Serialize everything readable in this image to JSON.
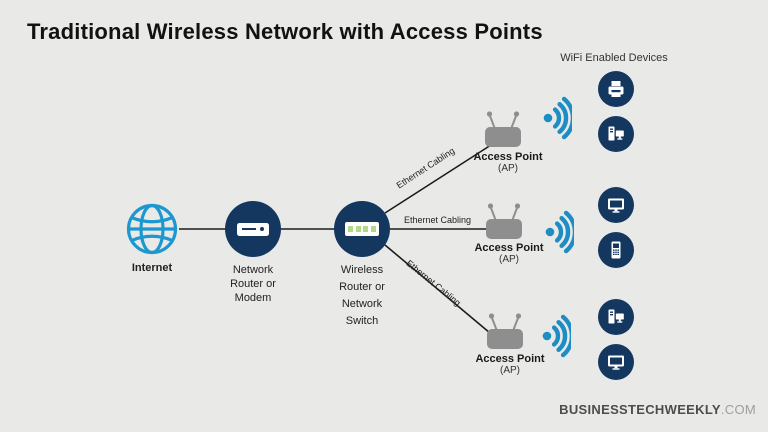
{
  "title": "Traditional Wireless Network with Access Points",
  "colors": {
    "background": "#e9e9e8",
    "navy_circle": "#14375f",
    "light_blue": "#1d93c9",
    "switch_port_green": "#b2d98a",
    "access_point_gray": "#8e8e8e",
    "connector_line": "#1c1c1c"
  },
  "nodes": {
    "internet": {
      "label": "Internet",
      "icon": "globe-icon"
    },
    "router": {
      "line1": "Network",
      "line2": "Router or",
      "line3": "Modem",
      "icon": "modem-icon"
    },
    "switch": {
      "line1": "Wireless",
      "line2": "Router or",
      "line3": "Network",
      "line4": "Switch",
      "icon": "switch-icon"
    }
  },
  "cables": [
    {
      "label": "Ethernet Cabling"
    },
    {
      "label": "Ethernet Cabling"
    },
    {
      "label": "Ethernet Cabling"
    }
  ],
  "access_points": [
    {
      "label": "Access Point",
      "sublabel": "(AP)"
    },
    {
      "label": "Access Point",
      "sublabel": "(AP)"
    },
    {
      "label": "Access Point",
      "sublabel": "(AP)"
    }
  ],
  "devices": {
    "heading": "WiFi Enabled Devices",
    "groups": [
      {
        "items": [
          "printer",
          "desktop-computer"
        ]
      },
      {
        "items": [
          "monitor",
          "mobile-phone"
        ]
      },
      {
        "items": [
          "desktop-computer",
          "monitor"
        ]
      }
    ]
  },
  "watermark": {
    "brand": "BUSINESSTECHWEEKLY",
    "tld": ".COM"
  }
}
